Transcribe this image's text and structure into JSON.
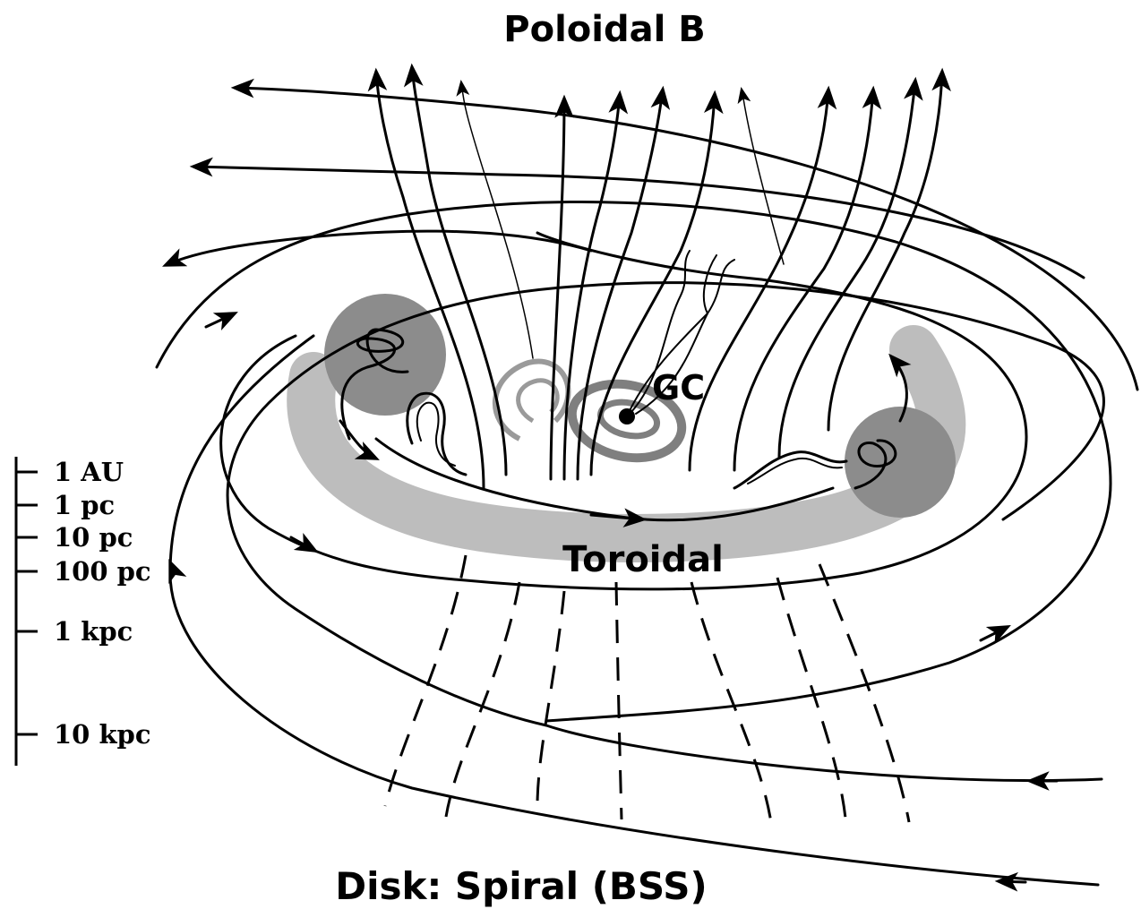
{
  "labels": {
    "poloidal": "Poloidal B",
    "gc": "GC",
    "toroidal": "Toroidal",
    "disk": "Disk: Spiral (BSS)"
  },
  "scale": {
    "ticks": [
      "1 AU",
      "1 pc",
      "10 pc",
      "100 pc",
      "1 kpc",
      "10 kpc"
    ]
  },
  "colors": {
    "ink": "#000000",
    "torus": "#bdbdbd",
    "blob": "#8c8c8c",
    "ring": "#9a9a9a"
  }
}
